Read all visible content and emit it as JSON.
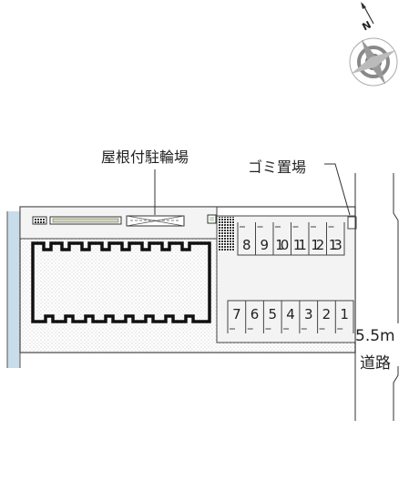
{
  "compass": {
    "north_label": "N",
    "icon": "compass-rose-icon"
  },
  "labels": {
    "bicycle_parking": "屋根付駐輪場",
    "garbage_area": "ゴミ置場",
    "road_width": "5.5m",
    "road_name": "道路"
  },
  "parking": {
    "upper_row": [
      "8",
      "9",
      "10",
      "11",
      "12",
      "13"
    ],
    "lower_row": [
      "7",
      "6",
      "5",
      "4",
      "3",
      "2",
      "1"
    ]
  },
  "colors": {
    "line": "#333333",
    "river": "#c9dcea",
    "dots": "#b5b5b5",
    "lot": "#f3f3f3"
  }
}
